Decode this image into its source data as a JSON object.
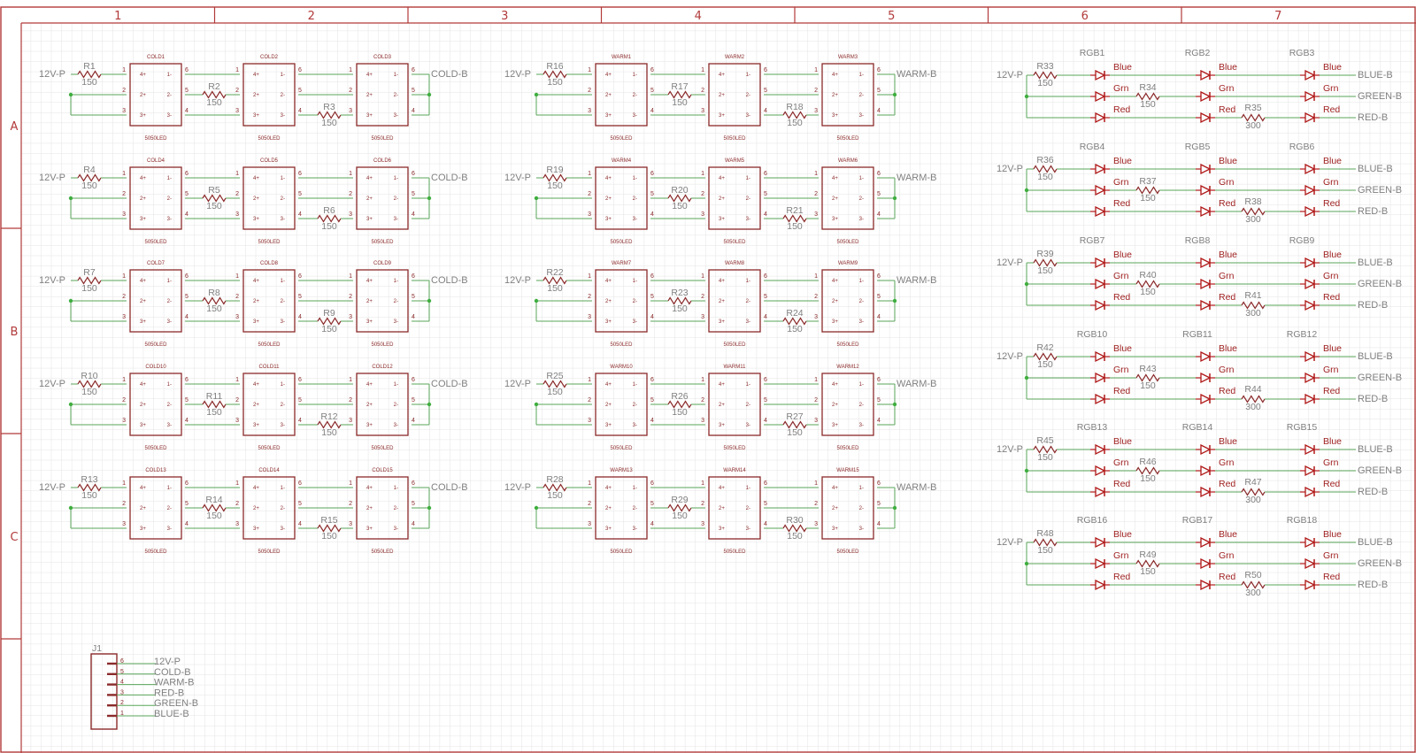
{
  "frame": {
    "columns": [
      "1",
      "2",
      "3",
      "4",
      "5",
      "6",
      "7"
    ],
    "rows": [
      "A",
      "B",
      "C"
    ]
  },
  "nets": {
    "power": "12V-P",
    "cold_bus": "COLD-B",
    "warm_bus": "WARM-B",
    "blue_bus": "BLUE-B",
    "green_bus": "GREEN-B",
    "red_bus": "RED-B"
  },
  "led_package": "5050LED",
  "led_pins": {
    "left": [
      "1",
      "2",
      "3"
    ],
    "right": [
      "6",
      "5",
      "4"
    ],
    "inner_left": [
      "4+",
      "2+",
      "3+"
    ],
    "inner_right": [
      "1-",
      "2-",
      "3-"
    ]
  },
  "cold_rows": [
    {
      "leds": [
        "COLD1",
        "COLD2",
        "COLD3"
      ],
      "resistors": [
        {
          "ref": "R1",
          "value": "150"
        },
        {
          "ref": "R2",
          "value": "150"
        },
        {
          "ref": "R3",
          "value": "150"
        }
      ]
    },
    {
      "leds": [
        "COLD4",
        "COLD5",
        "COLD6"
      ],
      "resistors": [
        {
          "ref": "R4",
          "value": "150"
        },
        {
          "ref": "R5",
          "value": "150"
        },
        {
          "ref": "R6",
          "value": "150"
        }
      ]
    },
    {
      "leds": [
        "COLD7",
        "COLD8",
        "COLD9"
      ],
      "resistors": [
        {
          "ref": "R7",
          "value": "150"
        },
        {
          "ref": "R8",
          "value": "150"
        },
        {
          "ref": "R9",
          "value": "150"
        }
      ]
    },
    {
      "leds": [
        "COLD10",
        "COLD11",
        "COLD12"
      ],
      "resistors": [
        {
          "ref": "R10",
          "value": "150"
        },
        {
          "ref": "R11",
          "value": "150"
        },
        {
          "ref": "R12",
          "value": "150"
        }
      ]
    },
    {
      "leds": [
        "COLD13",
        "COLD14",
        "COLD15"
      ],
      "resistors": [
        {
          "ref": "R13",
          "value": "150"
        },
        {
          "ref": "R14",
          "value": "150"
        },
        {
          "ref": "R15",
          "value": "150"
        }
      ]
    }
  ],
  "warm_rows": [
    {
      "leds": [
        "WARM1",
        "WARM2",
        "WARM3"
      ],
      "resistors": [
        {
          "ref": "R16",
          "value": "150"
        },
        {
          "ref": "R17",
          "value": "150"
        },
        {
          "ref": "R18",
          "value": "150"
        }
      ]
    },
    {
      "leds": [
        "WARM4",
        "WARM5",
        "WARM6"
      ],
      "resistors": [
        {
          "ref": "R19",
          "value": "150"
        },
        {
          "ref": "R20",
          "value": "150"
        },
        {
          "ref": "R21",
          "value": "150"
        }
      ]
    },
    {
      "leds": [
        "WARM7",
        "WARM8",
        "WARM9"
      ],
      "resistors": [
        {
          "ref": "R22",
          "value": "150"
        },
        {
          "ref": "R23",
          "value": "150"
        },
        {
          "ref": "R24",
          "value": "150"
        }
      ]
    },
    {
      "leds": [
        "WARM10",
        "WARM11",
        "WARM12"
      ],
      "resistors": [
        {
          "ref": "R25",
          "value": "150"
        },
        {
          "ref": "R26",
          "value": "150"
        },
        {
          "ref": "R27",
          "value": "150"
        }
      ]
    },
    {
      "leds": [
        "WARM13",
        "WARM14",
        "WARM15"
      ],
      "resistors": [
        {
          "ref": "R28",
          "value": "150"
        },
        {
          "ref": "R29",
          "value": "150"
        },
        {
          "ref": "R30",
          "value": "150"
        }
      ]
    }
  ],
  "rgb_rows": [
    {
      "leds": [
        "RGB1",
        "RGB2",
        "RGB3"
      ],
      "resistors": [
        {
          "ref": "R33",
          "value": "150"
        },
        {
          "ref": "R34",
          "value": "150"
        },
        {
          "ref": "R35",
          "value": "300"
        }
      ]
    },
    {
      "leds": [
        "RGB4",
        "RGB5",
        "RGB6"
      ],
      "resistors": [
        {
          "ref": "R36",
          "value": "150"
        },
        {
          "ref": "R37",
          "value": "150"
        },
        {
          "ref": "R38",
          "value": "300"
        }
      ]
    },
    {
      "leds": [
        "RGB7",
        "RGB8",
        "RGB9"
      ],
      "resistors": [
        {
          "ref": "R39",
          "value": "150"
        },
        {
          "ref": "R40",
          "value": "150"
        },
        {
          "ref": "R41",
          "value": "300"
        }
      ]
    },
    {
      "leds": [
        "RGB10",
        "RGB11",
        "RGB12"
      ],
      "resistors": [
        {
          "ref": "R42",
          "value": "150"
        },
        {
          "ref": "R43",
          "value": "150"
        },
        {
          "ref": "R44",
          "value": "300"
        }
      ]
    },
    {
      "leds": [
        "RGB13",
        "RGB14",
        "RGB15"
      ],
      "resistors": [
        {
          "ref": "R45",
          "value": "150"
        },
        {
          "ref": "R46",
          "value": "150"
        },
        {
          "ref": "R47",
          "value": "300"
        }
      ]
    },
    {
      "leds": [
        "RGB16",
        "RGB17",
        "RGB18"
      ],
      "resistors": [
        {
          "ref": "R48",
          "value": "150"
        },
        {
          "ref": "R49",
          "value": "150"
        },
        {
          "ref": "R50",
          "value": "300"
        }
      ]
    }
  ],
  "diode_labels": [
    "Blue",
    "Grn",
    "Red"
  ],
  "connector": {
    "ref": "J1",
    "pins": [
      {
        "num": "6",
        "net": "12V-P"
      },
      {
        "num": "5",
        "net": "COLD-B"
      },
      {
        "num": "4",
        "net": "WARM-B"
      },
      {
        "num": "3",
        "net": "RED-B"
      },
      {
        "num": "2",
        "net": "GREEN-B"
      },
      {
        "num": "1",
        "net": "BLUE-B"
      }
    ]
  },
  "colors": {
    "background": "#ffffff",
    "grid": "#e3e3e3",
    "frame": "#b23a3a",
    "symbol": "#8b2a2a",
    "wire": "#5aa55a",
    "junction": "#3fae3f",
    "net_label": "#808080",
    "diode": "#b01818"
  }
}
